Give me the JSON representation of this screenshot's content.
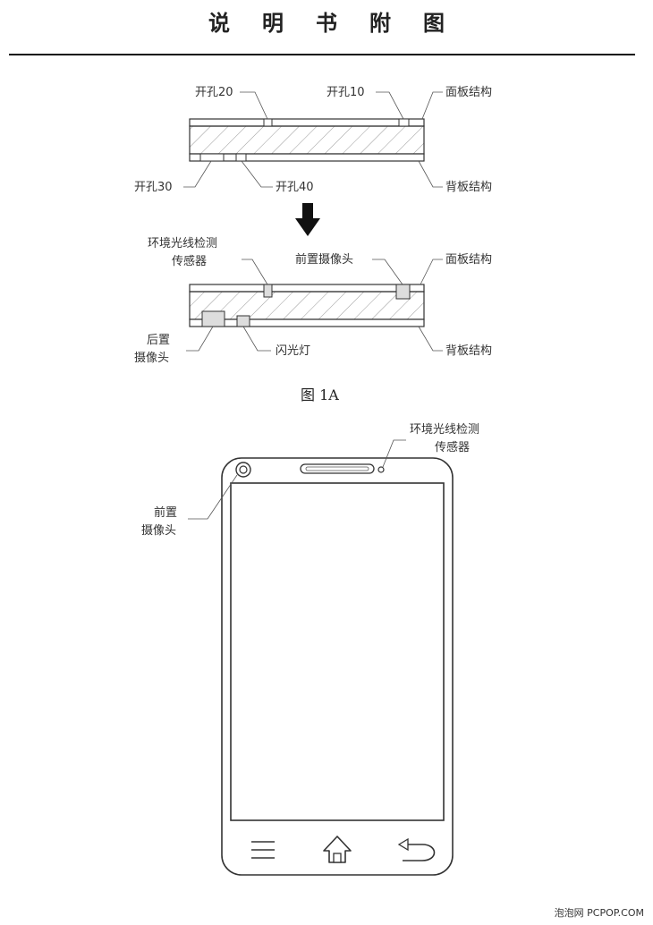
{
  "header": {
    "title": "说明书附图"
  },
  "fig1a": {
    "top": {
      "opening_20": "开孔20",
      "opening_10": "开孔10",
      "panel_structure": "面板结构",
      "opening_30": "开孔30",
      "opening_40": "开孔40",
      "back_structure": "背板结构"
    },
    "bottom": {
      "ambient_sensor_line1": "环境光线检测",
      "ambient_sensor_line2": "传感器",
      "front_camera": "前置摄像头",
      "panel_structure": "面板结构",
      "rear_camera_line1": "后置",
      "rear_camera_line2": "摄像头",
      "flash": "闪光灯",
      "back_structure": "背板结构"
    },
    "caption": "图 1A"
  },
  "phone": {
    "ambient_sensor_line1": "环境光线检测",
    "ambient_sensor_line2": "传感器",
    "front_camera_line1": "前置",
    "front_camera_line2": "摄像头",
    "icons": [
      "menu-icon",
      "home-icon",
      "back-icon"
    ]
  },
  "watermark": "泡泡网 PCPOP.COM"
}
